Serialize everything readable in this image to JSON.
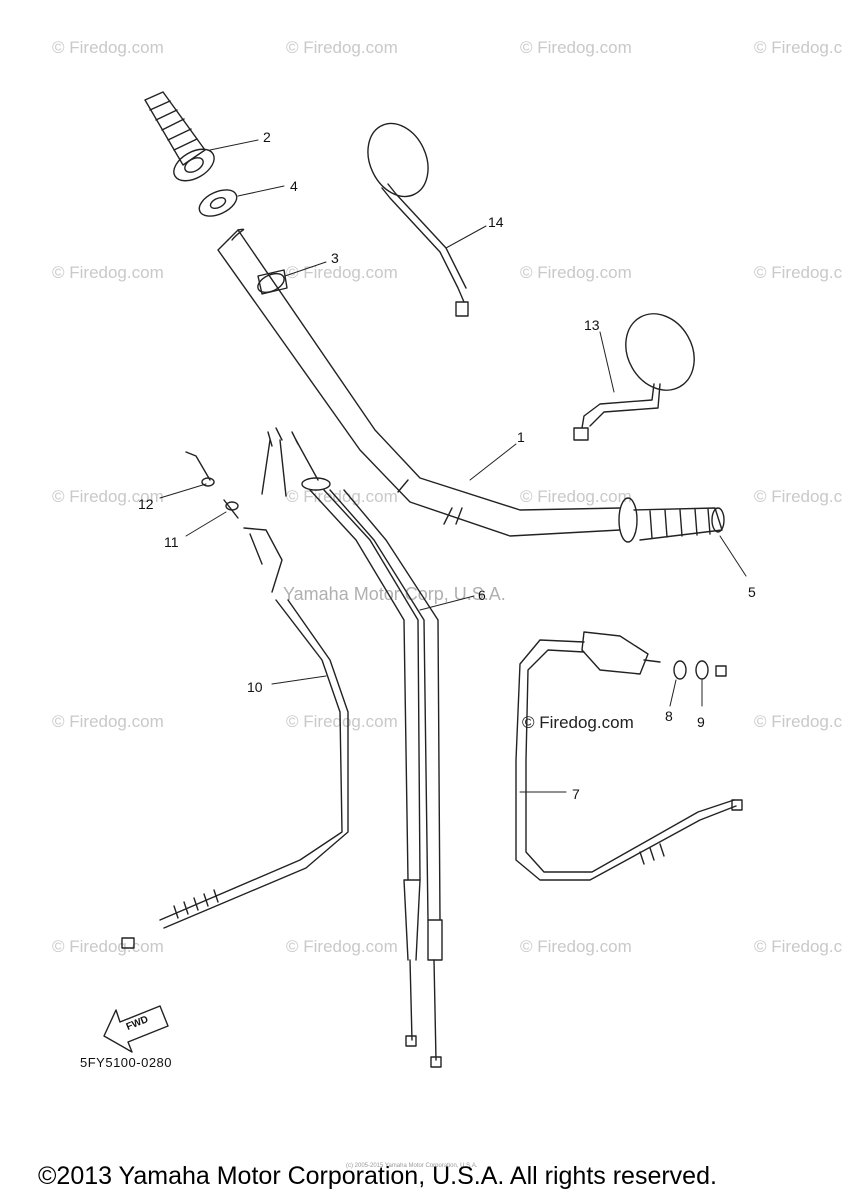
{
  "watermark_text": "© Firedog.com",
  "center_watermark": "Yamaha Motor Corp, U.S.A.",
  "mid_watermark": "© Firedog.com",
  "fwd_label": "FWD",
  "diagram_code": "5FY5100-0280",
  "tiny_note": "(c) 2005-2015 Yamaha Motor Corporation, U.S.A.",
  "copyright": "©2013 Yamaha Motor Corporation, U.S.A. All rights reserved.",
  "callouts": [
    "1",
    "2",
    "3",
    "4",
    "5",
    "6",
    "7",
    "8",
    "9",
    "10",
    "11",
    "12",
    "13",
    "14"
  ],
  "line_color": "#222222",
  "watermark_color": "#c9c9c9"
}
